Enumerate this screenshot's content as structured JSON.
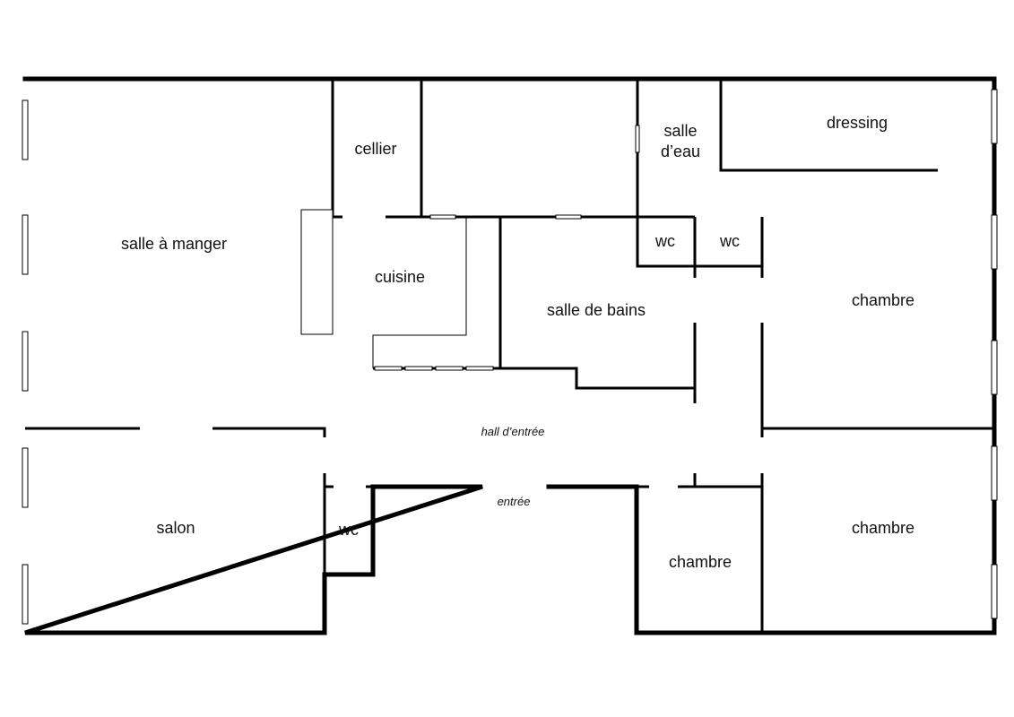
{
  "rooms": {
    "cellier": "cellier",
    "salle_eau_line1": "salle",
    "salle_eau_line2": "d’eau",
    "dressing": "dressing",
    "salle_a_manger": "salle à manger",
    "cuisine": "cuisine",
    "wc_1": "wc",
    "wc_2": "wc",
    "salle_de_bains": "salle de bains",
    "chambre_1": "chambre",
    "hall": "hall d’entrée",
    "entree": "entrée",
    "salon": "salon",
    "wc_3": "wc",
    "chambre_2": "chambre",
    "chambre_3": "chambre"
  }
}
